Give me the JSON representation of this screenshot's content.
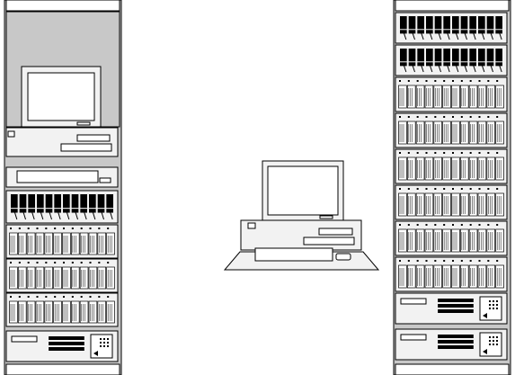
{
  "colors": {
    "background": "#ffffff",
    "rack_fill": "#c8c8c8",
    "panel_fill": "#f2f2f2",
    "outline": "#000000",
    "screen_fill": "#ffffff"
  },
  "racks": [
    {
      "name": "left-rack",
      "modules": [
        "monitor-bay",
        "desktop-unit",
        "keyboard-tray",
        "breaker-panel",
        "card-cage",
        "card-cage",
        "card-cage",
        "control-panel"
      ]
    },
    {
      "name": "right-rack",
      "modules": [
        "breaker-panel",
        "breaker-panel",
        "card-cage",
        "card-cage",
        "card-cage",
        "card-cage",
        "card-cage",
        "card-cage",
        "control-panel",
        "control-panel"
      ]
    }
  ],
  "workstation": {
    "parts": [
      "monitor",
      "desktop-unit",
      "keyboard",
      "mouse",
      "desk"
    ]
  }
}
